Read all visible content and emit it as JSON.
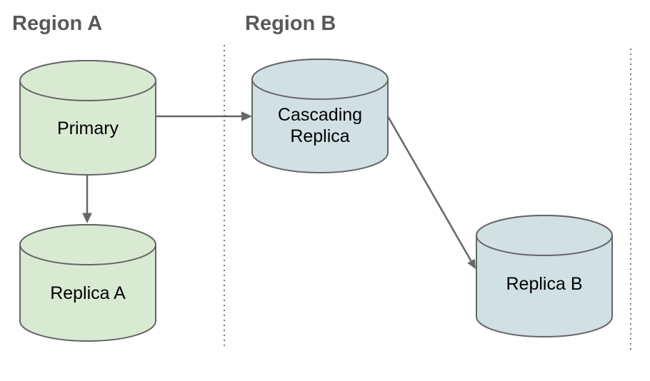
{
  "regions": [
    {
      "id": "region-a",
      "label": "Region A"
    },
    {
      "id": "region-b",
      "label": "Region B"
    }
  ],
  "nodes": {
    "primary": {
      "label": "Primary",
      "region": "Region A",
      "type": "database-cylinder"
    },
    "replica_a": {
      "label": "Replica A",
      "region": "Region A",
      "type": "database-cylinder"
    },
    "cascading_replica": {
      "line1": "Cascading",
      "line2": "Replica",
      "region": "Region B",
      "type": "database-cylinder"
    },
    "replica_b": {
      "label": "Replica B",
      "region": "Region B",
      "type": "database-cylinder"
    }
  },
  "edges": [
    {
      "from": "primary",
      "to": "cascading_replica",
      "style": "arrow"
    },
    {
      "from": "primary",
      "to": "replica_a",
      "style": "arrow"
    },
    {
      "from": "cascading_replica",
      "to": "replica_b",
      "style": "arrow"
    }
  ],
  "colors": {
    "region_label": "#595959",
    "node_text": "#000000",
    "line": "#666666",
    "separator": "#757575",
    "green_fill": "#d9ead3",
    "blue_fill": "#d0e0e3"
  }
}
